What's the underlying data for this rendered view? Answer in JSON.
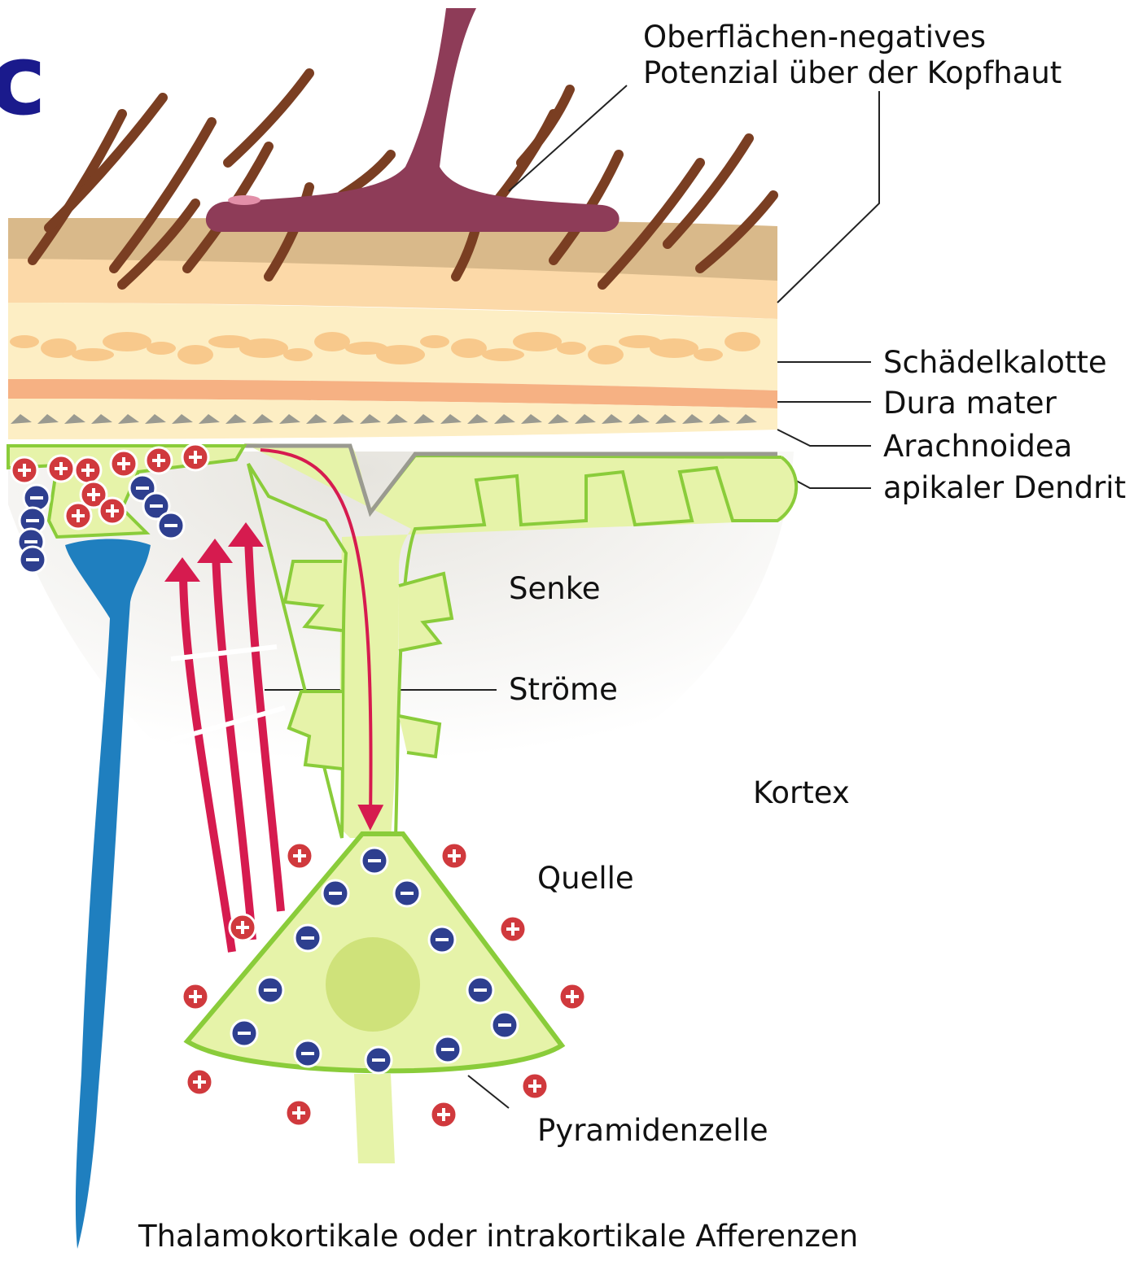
{
  "labels": {
    "surface_potential_line1": "Oberflächen-negatives",
    "surface_potential_line2": "Potenzial über der Kopfhaut",
    "skull": "Schädelkalotte",
    "dura": "Dura mater",
    "arachnoid": "Arachnoidea",
    "apical_dendrite": "apikaler Dendrit",
    "sink": "Senke",
    "currents": "Ströme",
    "cortex": "Kortex",
    "source": "Quelle",
    "pyramidal_cell": "Pyramidenzelle",
    "afferents": "Thalamokortikale oder intrakortikale Afferenzen"
  },
  "corner_glyph": "c",
  "colors": {
    "electrode": "#8e3c58",
    "hair": "#7a3e22",
    "scalp": "#d9b98a",
    "skin": "#fcd9a8",
    "skull": "#fdeec4",
    "bone_spots": "#f8c98c",
    "dura": "#f6b183",
    "arachnoid_spots": "#9a9a90",
    "cortex": "#efede8",
    "neuron_fill": "#e6f3a9",
    "neuron_stroke": "#8acc3a",
    "afferent": "#1f7fbf",
    "current": "#d61b4f",
    "positive_charge": "#d0393d",
    "negative_charge": "#2e3f8f"
  }
}
